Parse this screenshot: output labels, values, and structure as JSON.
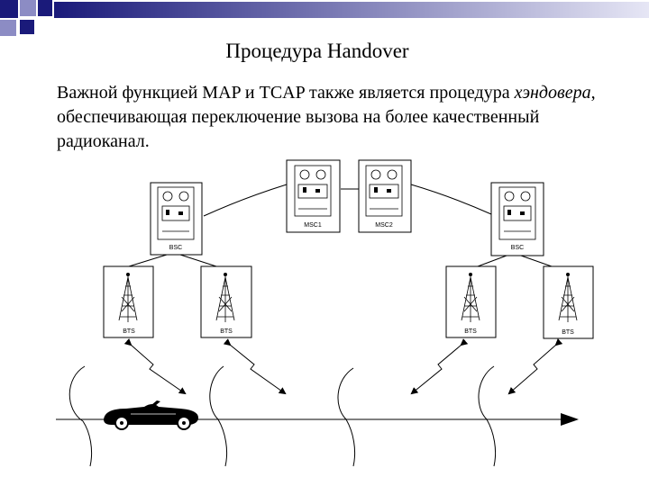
{
  "slide": {
    "title": "Процедура Handover",
    "text_before": "Важной функцией MAP и TCAP также является процедура ",
    "text_italic": "хэндовера",
    "text_after": ", обеспечивающая переключение вызова на более качественный радиоканал."
  },
  "diagram": {
    "bsc_left_label": "BSC",
    "bsc_right_label": "BSC",
    "msc1_label": "MSC1",
    "msc2_label": "MSC2",
    "bts_labels": [
      "BTS",
      "BTS",
      "BTS",
      "BTS"
    ]
  },
  "colors": {
    "header_dark": "#1a1a7a",
    "header_light": "#e6e6f5",
    "line": "#000000"
  }
}
